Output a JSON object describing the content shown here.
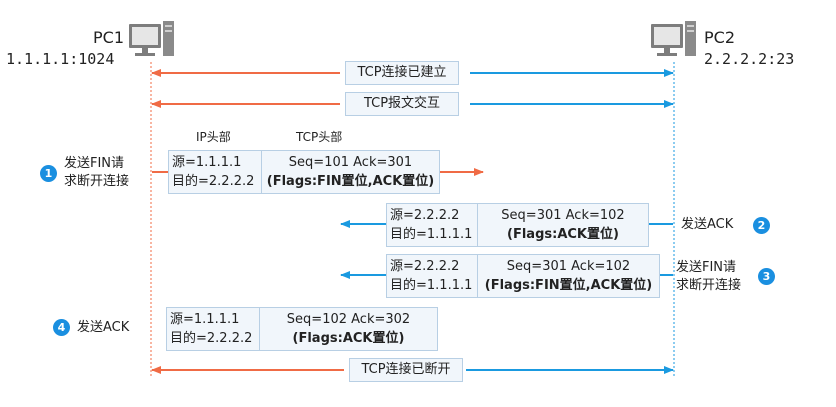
{
  "pc1": {
    "name": "PC1",
    "address": "1.1.1.1:1024"
  },
  "pc2": {
    "name": "PC2",
    "address": "2.2.2.2:23"
  },
  "headers": {
    "ip": "IP头部",
    "tcp": "TCP头部"
  },
  "banners": {
    "established": "TCP连接已建立",
    "exchange": "TCP报文交互",
    "closed": "TCP连接已断开"
  },
  "steps": [
    {
      "num": "1",
      "line1": "发送FIN请",
      "line2": "求断开连接"
    },
    {
      "num": "2",
      "line1": "发送ACK"
    },
    {
      "num": "3",
      "line1": "发送FIN请",
      "line2": "求断开连接"
    },
    {
      "num": "4",
      "line1": "发送ACK"
    }
  ],
  "packets": [
    {
      "src": "源=1.1.1.1",
      "dst": "目的=2.2.2.2",
      "seq_ack": "Seq=101  Ack=301",
      "flags": "(Flags:FIN置位,ACK置位)"
    },
    {
      "src": "源=2.2.2.2",
      "dst": "目的=1.1.1.1",
      "seq_ack": "Seq=301 Ack=102",
      "flags": "(Flags:ACK置位)"
    },
    {
      "src": "源=2.2.2.2",
      "dst": "目的=1.1.1.1",
      "seq_ack": "Seq=301 Ack=102",
      "flags": "(Flags:FIN置位,ACK置位)"
    },
    {
      "src": "源=1.1.1.1",
      "dst": "目的=2.2.2.2",
      "seq_ack": "Seq=102  Ack=302",
      "flags": "(Flags:ACK置位)"
    }
  ],
  "colors": {
    "orange": "#f06b45",
    "blue": "#1a9ae0",
    "box_fill": "#f1f6fb",
    "box_border": "#b8cfe4"
  }
}
